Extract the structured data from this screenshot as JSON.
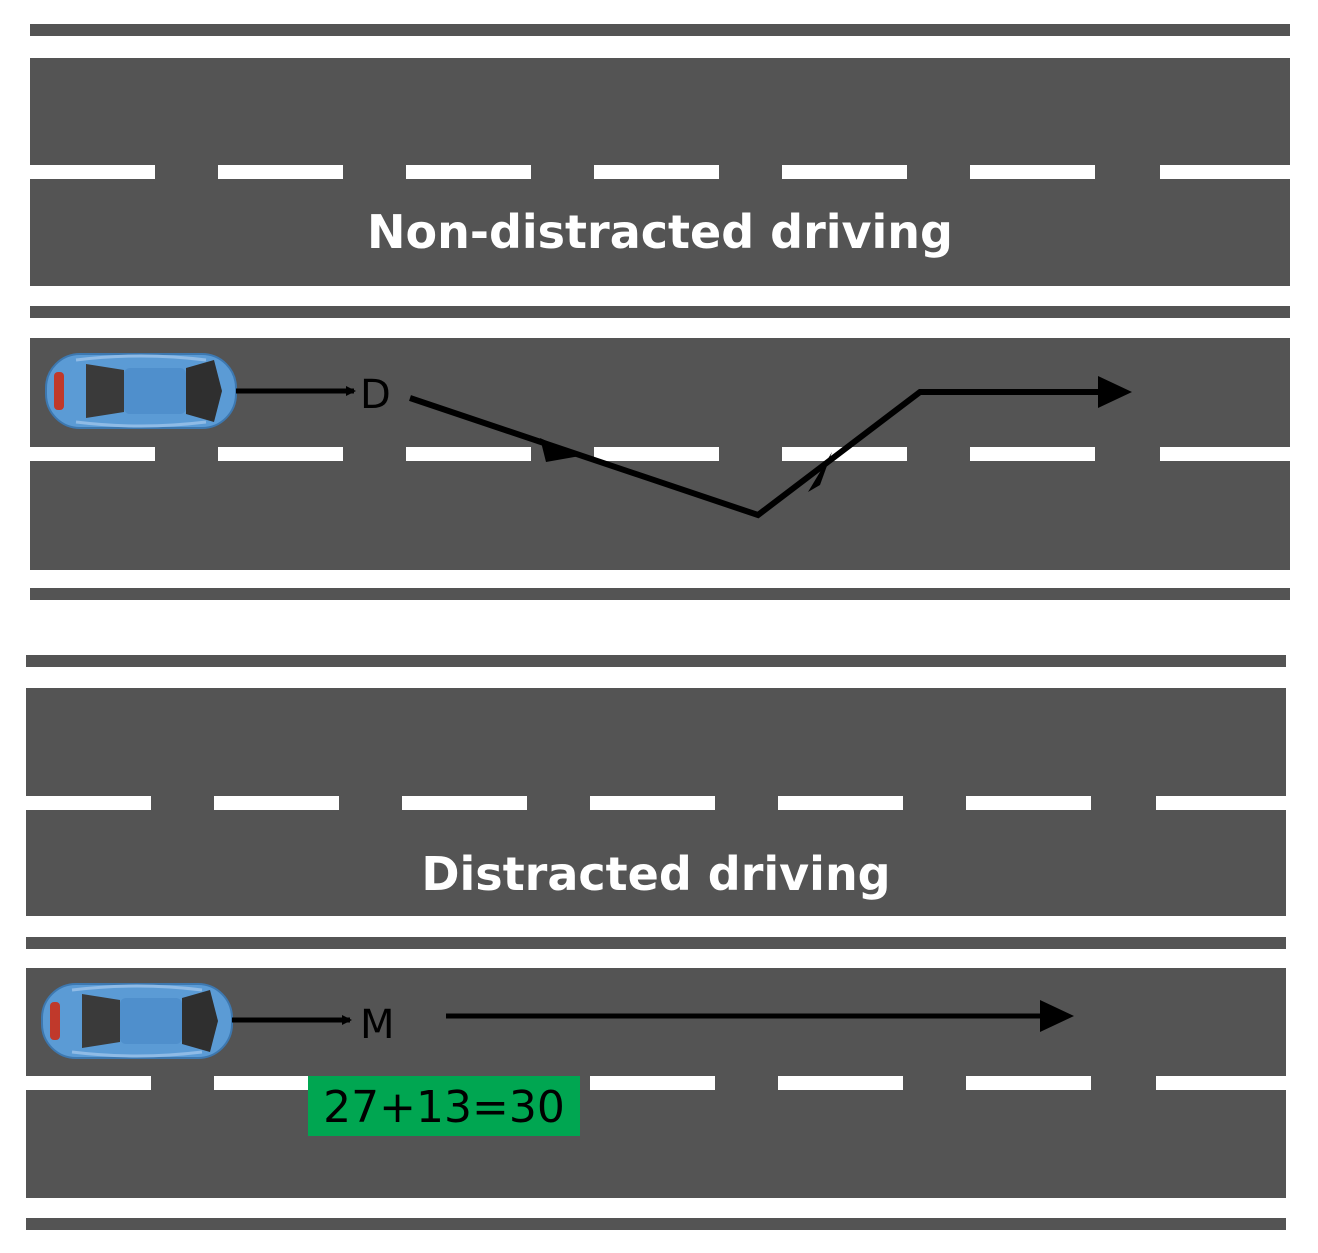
{
  "colors": {
    "road": "#545454",
    "lane_marking": "#ffffff",
    "path": "#000000",
    "car_body": "#5b9bd5",
    "equation_bg": "#00a651"
  },
  "icons": {
    "car": "car-top-view-icon",
    "arrow": "arrow-right-icon"
  },
  "top_panel": {
    "title": "Non-distracted driving",
    "marker": "D"
  },
  "bottom_panel": {
    "title": "Distracted driving",
    "marker": "M",
    "equation": "27+13=30"
  }
}
